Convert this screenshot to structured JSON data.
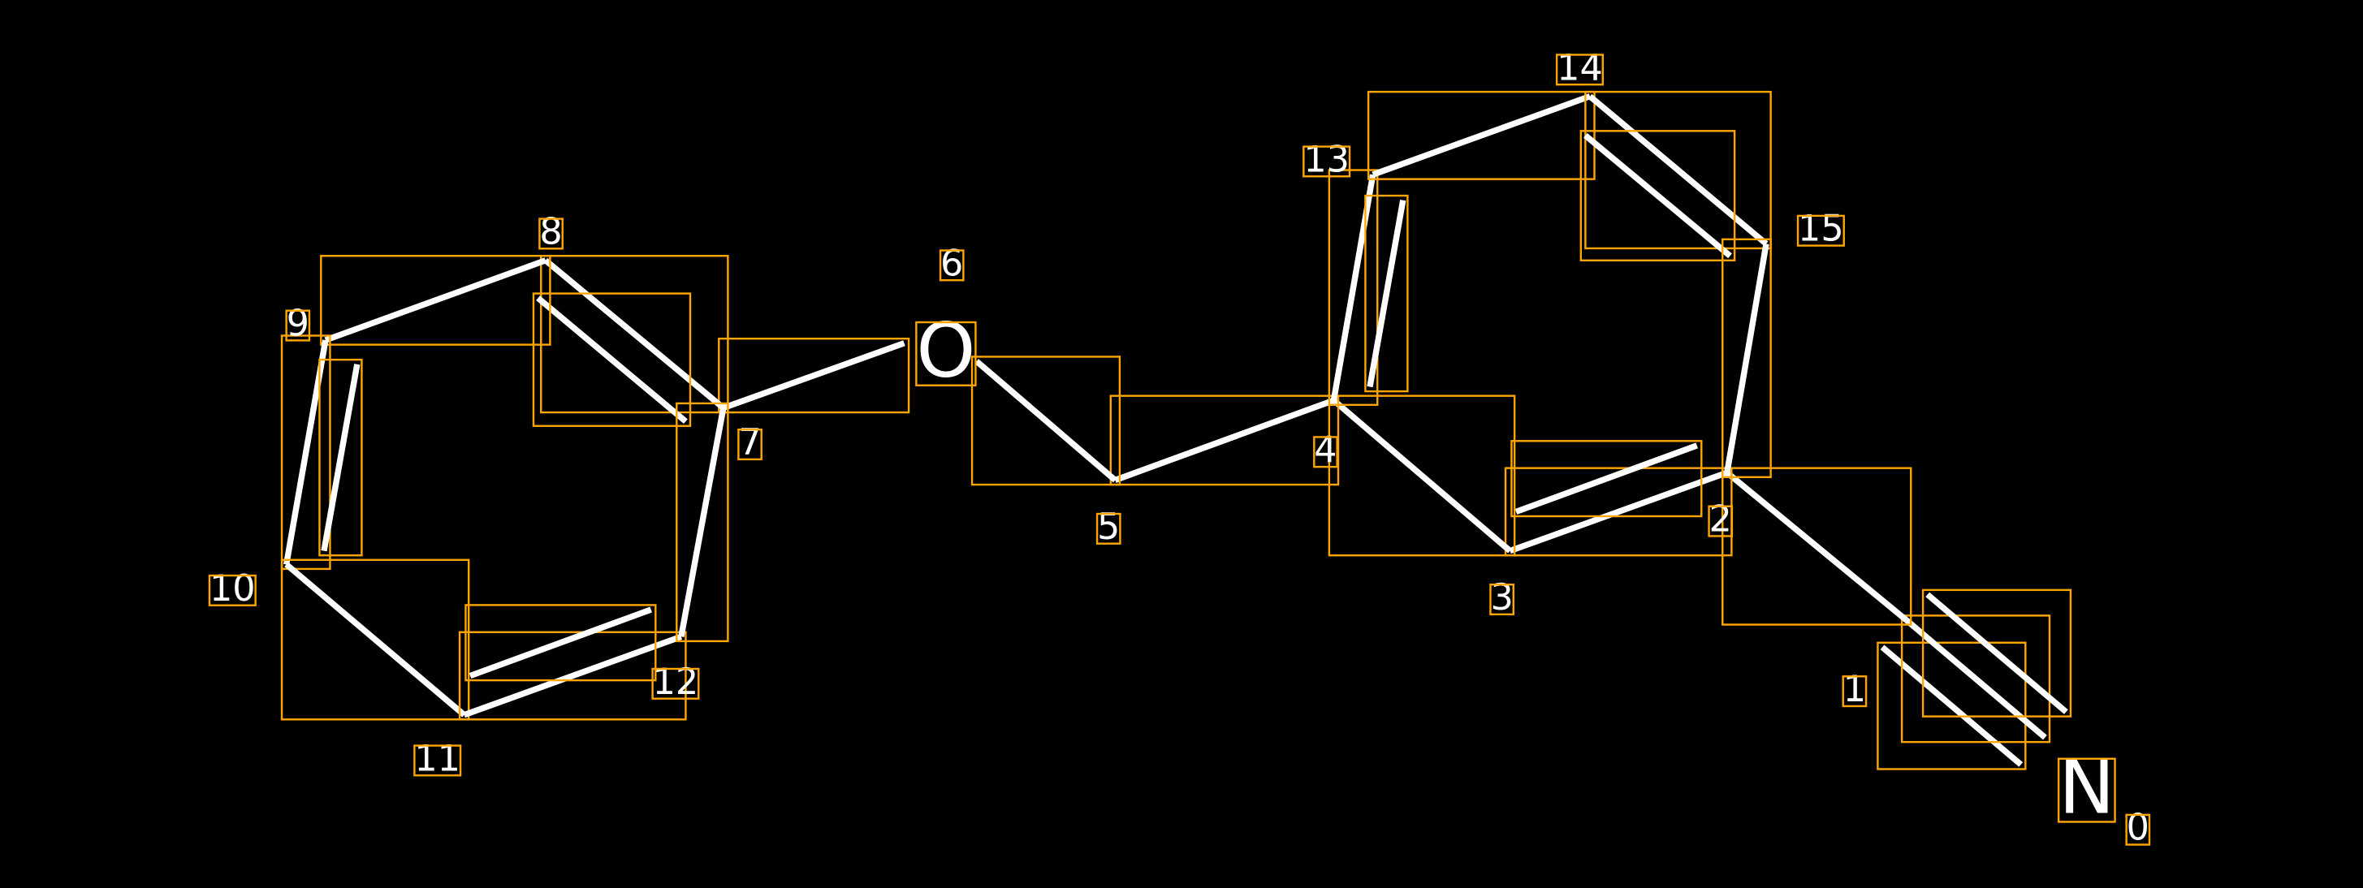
{
  "diagram": {
    "title": "",
    "atoms": [
      {
        "index": "0",
        "symbol": "N"
      },
      {
        "index": "1",
        "symbol": ""
      },
      {
        "index": "2",
        "symbol": ""
      },
      {
        "index": "3",
        "symbol": ""
      },
      {
        "index": "4",
        "symbol": ""
      },
      {
        "index": "5",
        "symbol": ""
      },
      {
        "index": "6",
        "symbol": "O"
      },
      {
        "index": "7",
        "symbol": ""
      },
      {
        "index": "8",
        "symbol": ""
      },
      {
        "index": "9",
        "symbol": ""
      },
      {
        "index": "10",
        "symbol": ""
      },
      {
        "index": "11",
        "symbol": ""
      },
      {
        "index": "12",
        "symbol": ""
      },
      {
        "index": "13",
        "symbol": ""
      },
      {
        "index": "14",
        "symbol": ""
      },
      {
        "index": "15",
        "symbol": ""
      }
    ],
    "colors": {
      "background": "#000000",
      "bond": "#FFFFFF",
      "box": "#FFA500",
      "text": "#FFFFFF"
    }
  }
}
